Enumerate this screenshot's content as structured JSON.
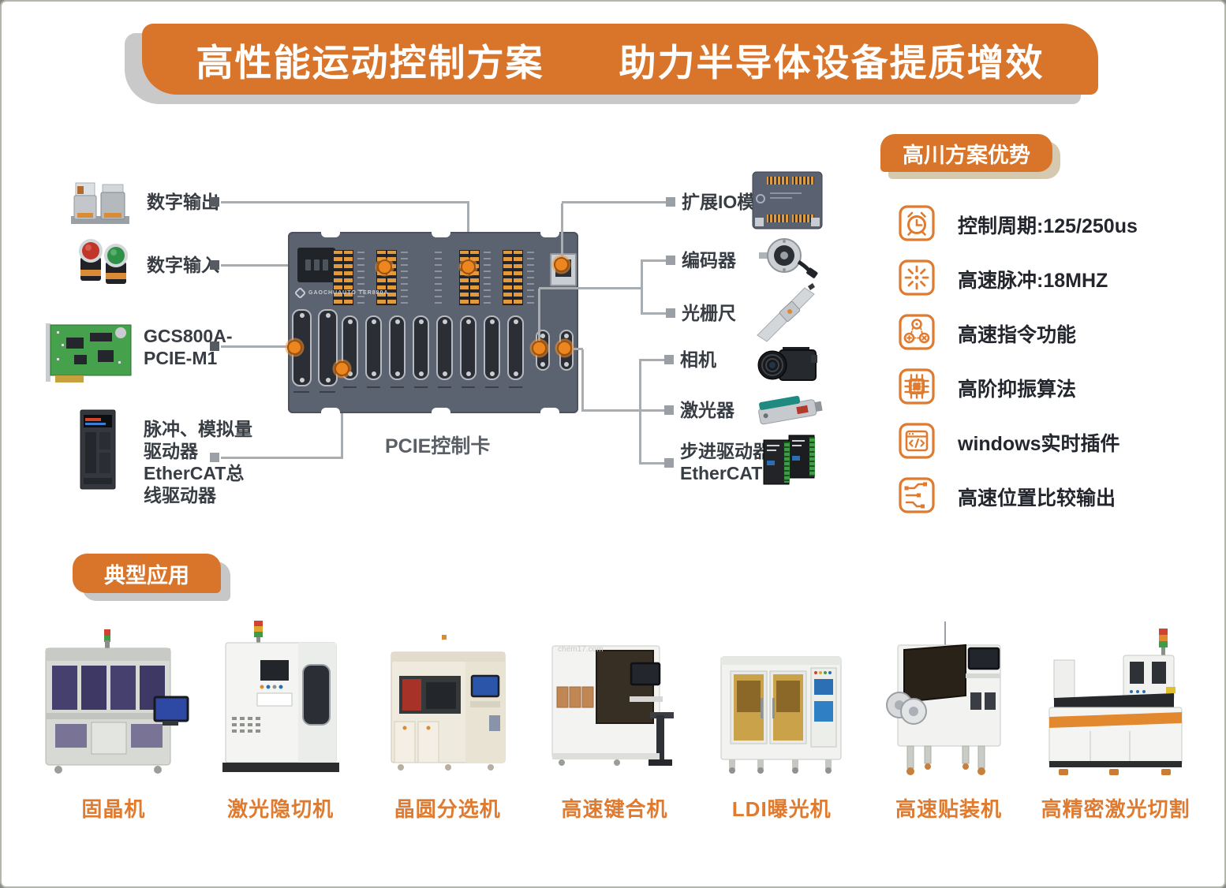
{
  "colors": {
    "accent_orange": "#DF7A2E",
    "banner_orange": "#D9742B",
    "line_gray": "#A8ADB2",
    "text_dark": "#23262D",
    "card_gray": "#5C6370"
  },
  "title": {
    "part1": "高性能运动控制方案",
    "part2": "助力半导体设备提质增效"
  },
  "diagram": {
    "card_label": "PCIE控制卡",
    "card_brand": "GAOCHUAUTO TER880A",
    "left_items": [
      {
        "label": "数字输出",
        "image": "relay-module"
      },
      {
        "label": "数字输入",
        "image": "push-buttons"
      },
      {
        "label": "GCS800A-\nPCIE-M1",
        "image": "pcie-board"
      },
      {
        "label": "脉冲、模拟量\n驱动器\nEtherCAT总\n线驱动器",
        "image": "servo-drive"
      }
    ],
    "right_items": [
      {
        "label": "扩展IO模块",
        "image": "io-expansion-module"
      },
      {
        "label": "编码器",
        "image": "rotary-encoder"
      },
      {
        "label": "光栅尺",
        "image": "linear-grating-scale"
      },
      {
        "label": "相机",
        "image": "industrial-camera"
      },
      {
        "label": "激光器",
        "image": "laser-sensor"
      },
      {
        "label": "步进驱动器\nEtherCAT",
        "image": "stepper-drivers"
      }
    ]
  },
  "advantages": {
    "badge": "高川方案优势",
    "items": [
      {
        "icon": "alarm-clock",
        "text": "控制周期:125/250us"
      },
      {
        "icon": "pulse-burst",
        "text": "高速脉冲:18MHZ"
      },
      {
        "icon": "compute-gears",
        "text": "高速指令功能"
      },
      {
        "icon": "chip",
        "text": "高阶抑振算法"
      },
      {
        "icon": "window-code",
        "text": "windows实时插件"
      },
      {
        "icon": "circuit-branch",
        "text": "高速位置比较输出"
      }
    ]
  },
  "applications": {
    "badge": "典型应用",
    "watermark": "chem17.com",
    "items": [
      {
        "name": "固晶机"
      },
      {
        "name": "激光隐切机"
      },
      {
        "name": "晶圆分选机"
      },
      {
        "name": "高速键合机"
      },
      {
        "name": "LDI曝光机"
      },
      {
        "name": "高速贴装机"
      },
      {
        "name": "高精密激光切割"
      }
    ]
  }
}
